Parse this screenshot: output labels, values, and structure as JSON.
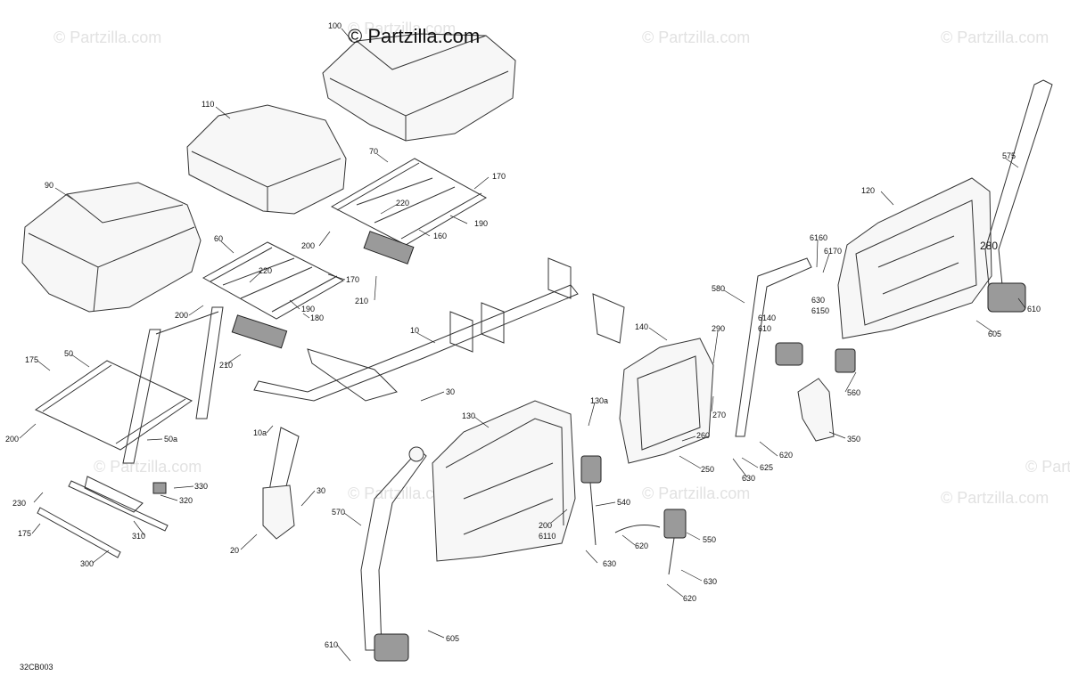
{
  "watermark": "© Partzilla.com",
  "copyright": "© Partzilla.com",
  "diagram_ref": "32CB003",
  "callouts": [
    "100",
    "110",
    "90",
    "70",
    "170",
    "220",
    "190",
    "160",
    "200",
    "60",
    "220",
    "170",
    "210",
    "190",
    "180",
    "200",
    "175",
    "50",
    "210",
    "10",
    "30",
    "200",
    "50a",
    "230",
    "330",
    "320",
    "175",
    "310",
    "300",
    "10a",
    "30",
    "20",
    "130",
    "130a",
    "570",
    "200",
    "6110",
    "540",
    "620",
    "630",
    "550",
    "630",
    "620",
    "610",
    "605",
    "140",
    "290",
    "270",
    "260",
    "250",
    "580",
    "6160",
    "6170",
    "630",
    "6150",
    "6140",
    "610",
    "620",
    "625",
    "630",
    "120",
    "280",
    "575",
    "610",
    "605",
    "560",
    "350"
  ]
}
